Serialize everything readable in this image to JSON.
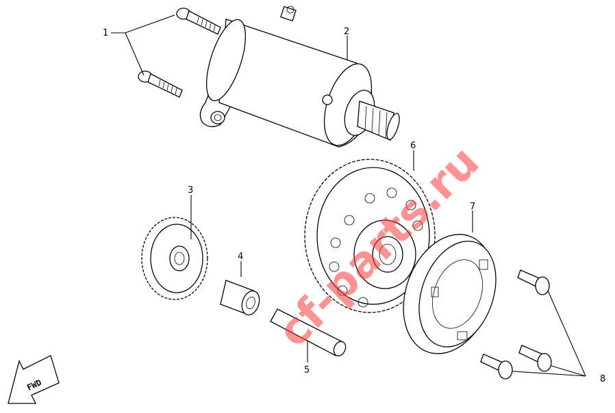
{
  "diagram": {
    "callouts": [
      {
        "id": "c1",
        "label": "1"
      },
      {
        "id": "c2",
        "label": "2"
      },
      {
        "id": "c3",
        "label": "3"
      },
      {
        "id": "c4",
        "label": "4"
      },
      {
        "id": "c5",
        "label": "5"
      },
      {
        "id": "c6",
        "label": "6"
      },
      {
        "id": "c7",
        "label": "7"
      },
      {
        "id": "c8",
        "label": "8"
      }
    ],
    "direction_label": "FWD",
    "watermark": "cf-parts.ru"
  }
}
